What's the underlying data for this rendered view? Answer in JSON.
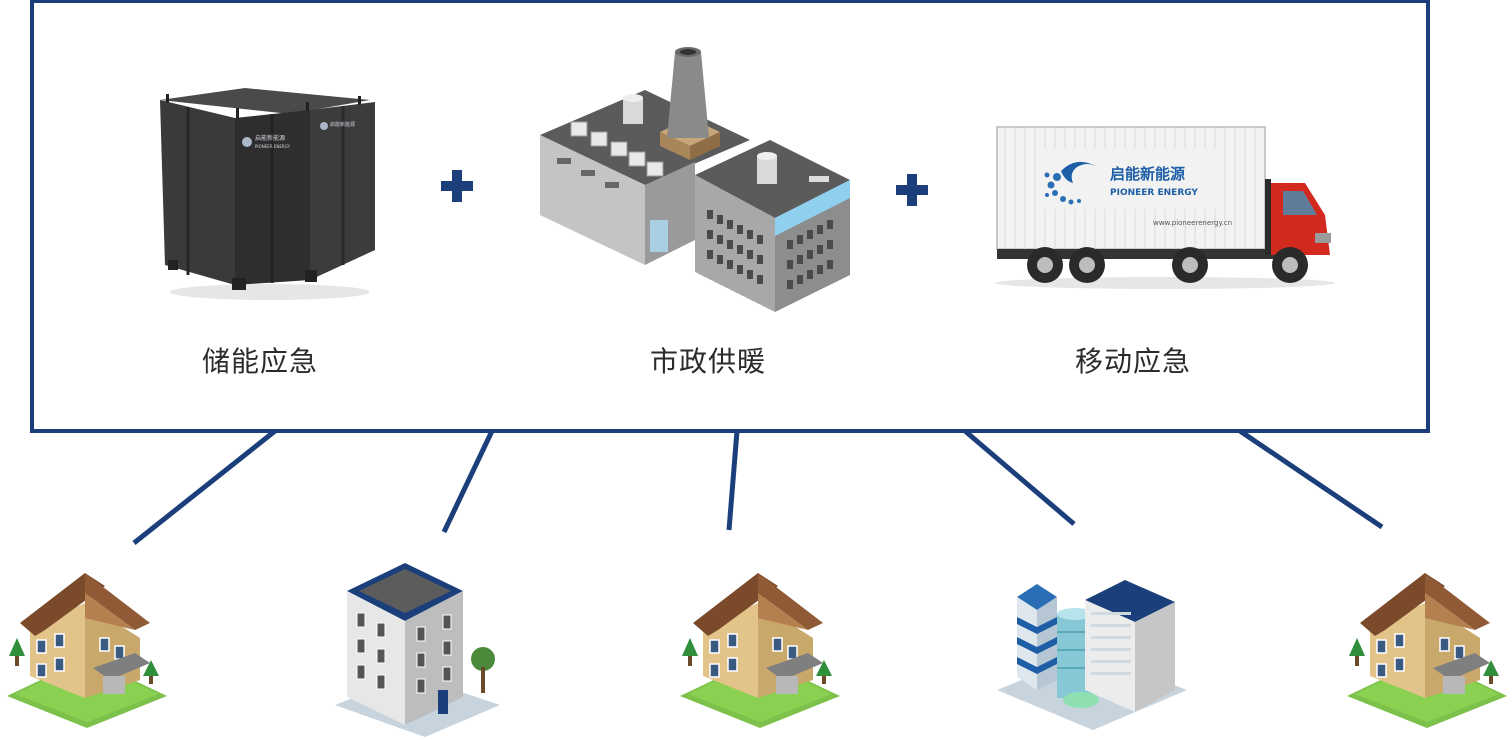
{
  "sources": [
    {
      "label": "储能应急"
    },
    {
      "label": "市政供暖"
    },
    {
      "label": "移动应急"
    }
  ],
  "truck_logo": {
    "cn": "启能新能源",
    "en": "PIONEER ENERGY",
    "url": "www.pioneerenergy.cn"
  },
  "tank_logo": {
    "cn": "启能新能源",
    "en": "PIONEER ENERGY"
  },
  "consumers": [
    "house",
    "apartment-building",
    "house",
    "office-complex",
    "house"
  ],
  "colors": {
    "frame": "#1b3f7b",
    "plus": "#1b3f7b",
    "link": "#1b3f7b"
  }
}
